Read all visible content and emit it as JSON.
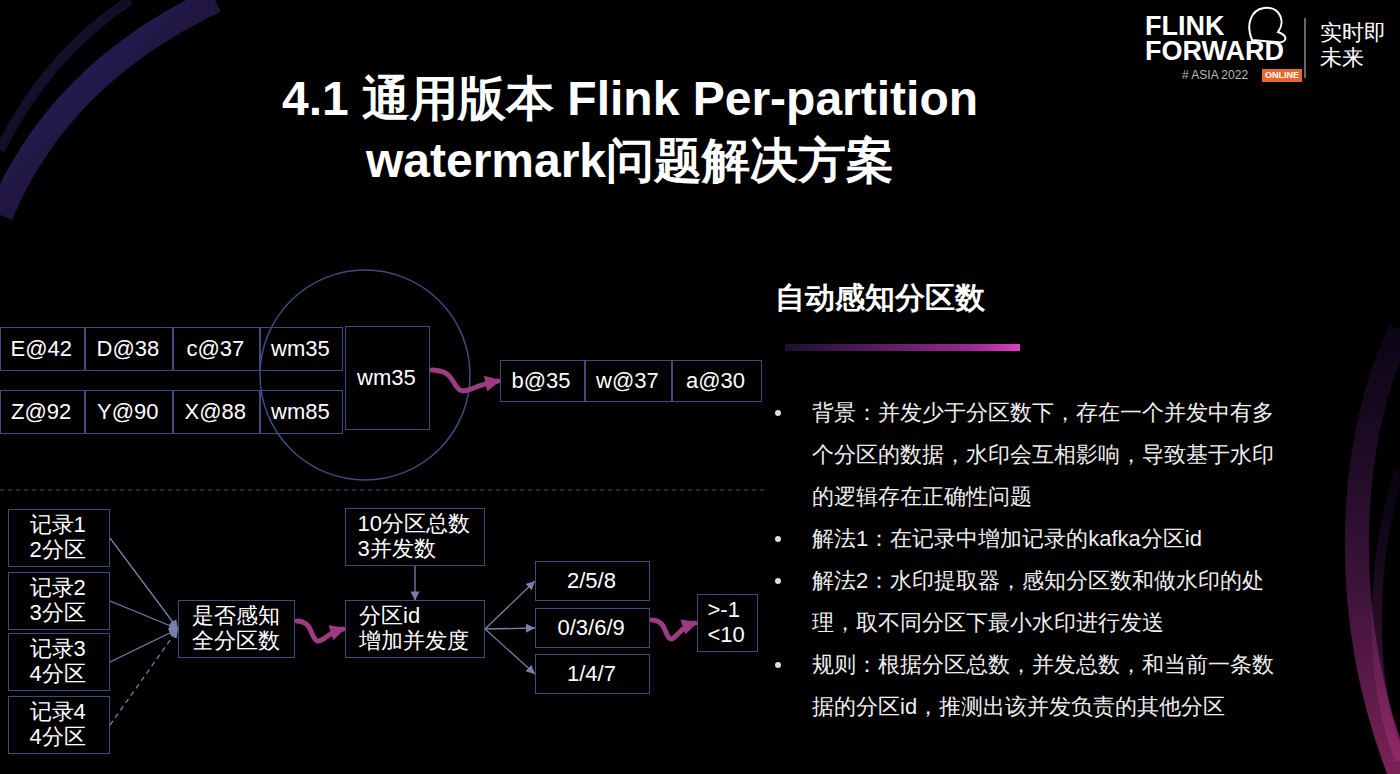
{
  "diagram": {
    "title": "4.1 通用版本 Flink Per-partition watermark问题解决方案",
    "nodes": [
      {
        "text": [
          "E@42"
        ]
      },
      {
        "text": [
          "D@38"
        ]
      },
      {
        "text": [
          "c@37"
        ]
      },
      {
        "text": [
          "wm35"
        ]
      },
      {
        "text": [
          "wm35"
        ]
      },
      {
        "text": [
          "b@35"
        ]
      },
      {
        "text": [
          "w@37"
        ]
      },
      {
        "text": [
          "a@30"
        ]
      },
      {
        "text": [
          "Z@92"
        ]
      },
      {
        "text": [
          "Y@90"
        ]
      },
      {
        "text": [
          "X@88"
        ]
      },
      {
        "text": [
          "wm85"
        ]
      },
      {
        "text": [
          "记录1 2分区"
        ]
      },
      {
        "text": [
          "记录2 3分区"
        ]
      },
      {
        "text": [
          "记录3 4分区"
        ]
      },
      {
        "text": [
          "记录4 4分区"
        ]
      },
      {
        "text": [
          "是否感知 全分区数"
        ]
      },
      {
        "text": [
          "10分区总数 3并发数"
        ]
      },
      {
        "text": [
          "分区id 增加并发度"
        ]
      },
      {
        "text": [
          "2/5/8"
        ]
      },
      {
        "text": [
          "0/3/6/9"
        ]
      },
      {
        "text": [
          "1/4/7"
        ]
      },
      {
        "text": [
          ">-1 <10"
        ]
      }
    ],
    "edges": [
      {
        "from": 4,
        "to": 5,
        "arrow": "to"
      },
      {
        "from": 12,
        "to": 16,
        "arrow": "to"
      },
      {
        "from": 13,
        "to": 16,
        "arrow": "to"
      },
      {
        "from": 14,
        "to": 16,
        "arrow": "to"
      },
      {
        "from": 15,
        "to": 16,
        "arrow": "to"
      },
      {
        "from": 16,
        "to": 18,
        "arrow": "to"
      },
      {
        "from": 17,
        "to": 18,
        "arrow": "to"
      },
      {
        "from": 18,
        "to": 19,
        "arrow": "to"
      },
      {
        "from": 18,
        "to": 20,
        "arrow": "to"
      },
      {
        "from": 18,
        "to": 21,
        "arrow": "to"
      },
      {
        "from": 20,
        "to": 22,
        "arrow": "to"
      }
    ],
    "labels": [
      "FLINK FORWARD",
      "# ASIA 2022",
      "ONLINE",
      "实时即未来",
      "自动感知分区数",
      "背景：并发少于分区数下，存在一个并发中有多个分区的数据，水印会互相影响，导致基于水印的逻辑存在正确性问题",
      "解法1：在记录中增加记录的kafka分区id",
      "解法2：水印提取器，感知分区数和做水印的处理，取不同分区下最小水印进行发送",
      "规则：根据分区总数，并发总数，和当前一条数据的分区id，推测出该并发负责的其他分区"
    ]
  }
}
